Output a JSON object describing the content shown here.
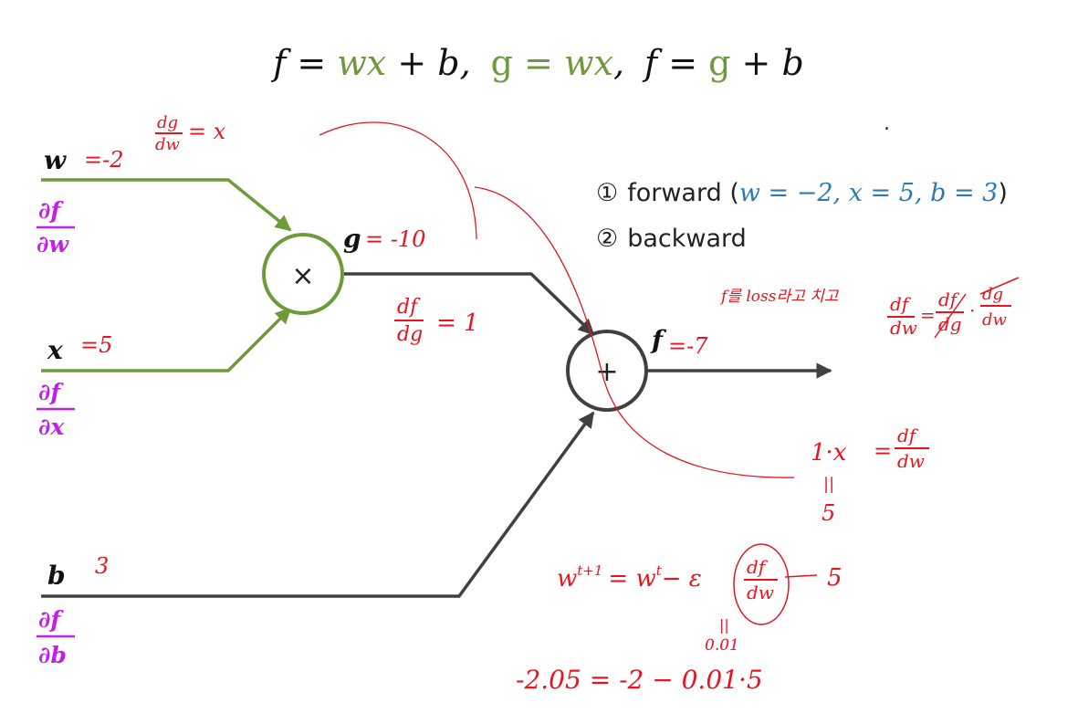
{
  "formula": {
    "f1_lhs": "f",
    "f1_eq": " = ",
    "f1_rhs": "wx",
    "f1_tail": " + b,",
    "g_lhs": "g",
    "g_eq": " = ",
    "g_rhs": "wx",
    "g_tail": ",",
    "f2_lhs": "f",
    "f2_eq": " = ",
    "f2_g": "g",
    "f2_tail": " + b"
  },
  "colors": {
    "green": "#6f9a3c",
    "dark": "#404040",
    "purple": "#c020e8",
    "blue": "#2a7ab8",
    "red": "#e8141e"
  },
  "inputs": {
    "w": "w",
    "x": "x",
    "b": "b"
  },
  "derivs": {
    "top": "∂f",
    "dw": "∂w",
    "dx": "∂x",
    "db": "∂b"
  },
  "nodes": {
    "mul_symbol": "×",
    "add_symbol": "+",
    "g_label": "g",
    "f_label": "f"
  },
  "steps": {
    "s1_num": "①",
    "s1_text": "forward (",
    "s1_vals": "w = −2, x = 5, b = 3",
    "s1_close": ")",
    "s2_num": "②",
    "s2_text": "backward"
  },
  "dot": ".",
  "annotations": {
    "w_val": "=-2",
    "dg_num": "dg",
    "dg_den": "dw",
    "dg_eq": "= x",
    "x_val": "=5",
    "b_val": "3",
    "g_val": "= -10",
    "f_val": "=-7",
    "dfdg_num": "df",
    "dfdg_den": "dg",
    "dfdg_eq": "= 1",
    "loss_note": "f를 loss라고 치고",
    "chain_a_num": "df",
    "chain_a_den": "dw",
    "chain_eq": "=",
    "chain_b_num": "df",
    "chain_b_den": "dg",
    "chain_dot": "·",
    "chain_c_num": "dg",
    "chain_c_den": "dw",
    "one_x": "1·x",
    "one_x_eq": "=",
    "one_x_num": "df",
    "one_x_den": "dw",
    "parallel": "||",
    "five": "5",
    "update_lhs": "w",
    "update_sup": "t+1",
    "update_eq": "= w",
    "update_sup2": "t",
    "update_minus": "− ε",
    "update_num": "df",
    "update_den": "dw",
    "update_five": "5",
    "eps_parallel": "||",
    "eps_val": "0.01",
    "final": "-2.05 = -2 − 0.01·5"
  }
}
